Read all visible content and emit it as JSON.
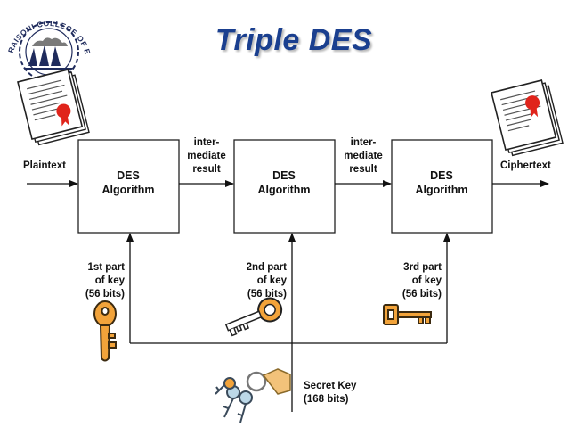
{
  "logo": {
    "text": "RAISONI COLLEGE OF ENGINEER"
  },
  "title": "Triple DES",
  "input_label": "Plaintext",
  "output_label": "Ciphertext",
  "blocks": [
    {
      "line1": "DES",
      "line2": "Algorithm"
    },
    {
      "line1": "DES",
      "line2": "Algorithm"
    },
    {
      "line1": "DES",
      "line2": "Algorithm"
    }
  ],
  "intermediate": [
    {
      "line1": "inter-",
      "line2": "mediate",
      "line3": "result"
    },
    {
      "line1": "inter-",
      "line2": "mediate",
      "line3": "result"
    }
  ],
  "key_parts": [
    {
      "line1": "1st part",
      "line2": "of key",
      "line3": "(56 bits)"
    },
    {
      "line1": "2nd part",
      "line2": "of key",
      "line3": "(56 bits)"
    },
    {
      "line1": "3rd part",
      "line2": "of key",
      "line3": "(56 bits)"
    }
  ],
  "secret_key": {
    "line1": "Secret Key",
    "line2": "(168 bits)"
  },
  "colors": {
    "title": "#1a3f8f",
    "key_fill": "#f2a33a",
    "key_outline": "#3b2a10",
    "seal": "#e0241b"
  },
  "icons": [
    "document-icon",
    "key-icon",
    "keyring-icon"
  ]
}
